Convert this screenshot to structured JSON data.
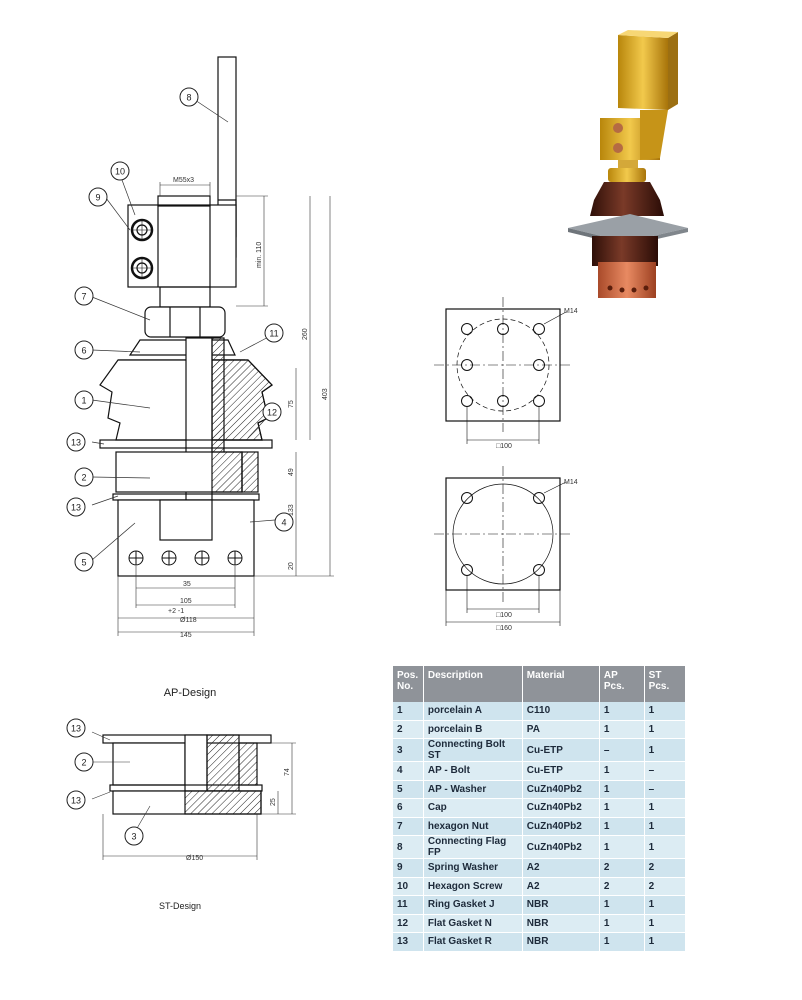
{
  "callouts": [
    "1",
    "2",
    "3",
    "4",
    "5",
    "6",
    "7",
    "8",
    "9",
    "10",
    "11",
    "12",
    "13"
  ],
  "dimensions": {
    "thread": "M55x3",
    "min110": "min. 110",
    "d260": "260",
    "d403": "403",
    "d75": "75",
    "d49": "49",
    "d133": "133",
    "d20": "20",
    "d35": "35",
    "d105": "105",
    "phi118": "Ø118",
    "d145": "145",
    "tol": "+2\n-1",
    "d74": "74",
    "d25": "25",
    "phi150": "Ø150",
    "sq100a": "□100",
    "sq100b": "□100",
    "sq160": "□160",
    "m14a": "M14",
    "m14b": "M14"
  },
  "captions": {
    "ap": "AP-Design",
    "st": "ST-Design"
  },
  "table": {
    "headers": [
      "Pos.\nNo.",
      "Description",
      "Material",
      "AP\nPcs.",
      "ST\nPcs."
    ],
    "rows": [
      [
        "1",
        "porcelain A",
        "C110",
        "1",
        "1"
      ],
      [
        "2",
        "porcelain B",
        "PA",
        "1",
        "1"
      ],
      [
        "3",
        "Connecting Bolt ST",
        "Cu-ETP",
        "–",
        "1"
      ],
      [
        "4",
        "AP - Bolt",
        "Cu-ETP",
        "1",
        "–"
      ],
      [
        "5",
        "AP - Washer",
        "CuZn40Pb2",
        "1",
        "–"
      ],
      [
        "6",
        "Cap",
        "CuZn40Pb2",
        "1",
        "1"
      ],
      [
        "7",
        "hexagon Nut",
        "CuZn40Pb2",
        "1",
        "1"
      ],
      [
        "8",
        "Connecting Flag FP",
        "CuZn40Pb2",
        "1",
        "1"
      ],
      [
        "9",
        "Spring  Washer",
        "A2",
        "2",
        "2"
      ],
      [
        "10",
        "Hexagon Screw",
        "A2",
        "2",
        "2"
      ],
      [
        "11",
        "Ring Gasket J",
        "NBR",
        "1",
        "1"
      ],
      [
        "12",
        "Flat Gasket N",
        "NBR",
        "1",
        "1"
      ],
      [
        "13",
        "Flat Gasket R",
        "NBR",
        "1",
        "1"
      ]
    ]
  },
  "colors": {
    "header_bg": "#8f9399",
    "row_bg": "#cfe4ee",
    "brass": "#d9a520",
    "porcelain": "#4a1e12",
    "copper": "#c9603c"
  }
}
